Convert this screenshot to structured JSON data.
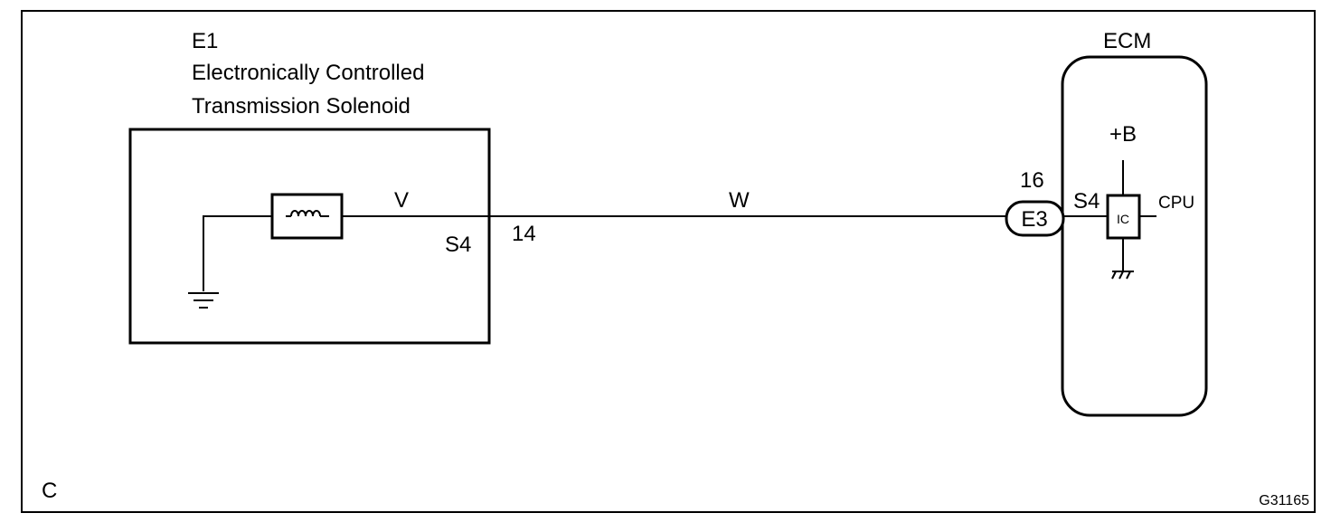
{
  "component_e1": {
    "code": "E1",
    "name_line1": "Electronically Controlled",
    "name_line2": "Transmission Solenoid",
    "pin_name": "S4",
    "wire_color": "V"
  },
  "harness": {
    "wire_color": "W",
    "pin_e1": "14",
    "pin_ecm": "16",
    "connector": "E3"
  },
  "ecm": {
    "title": "ECM",
    "pin_name": "S4",
    "supply": "+B",
    "ic_label": "IC",
    "cpu_label": "CPU"
  },
  "diagram_letter": "C",
  "figure_code": "G31165"
}
